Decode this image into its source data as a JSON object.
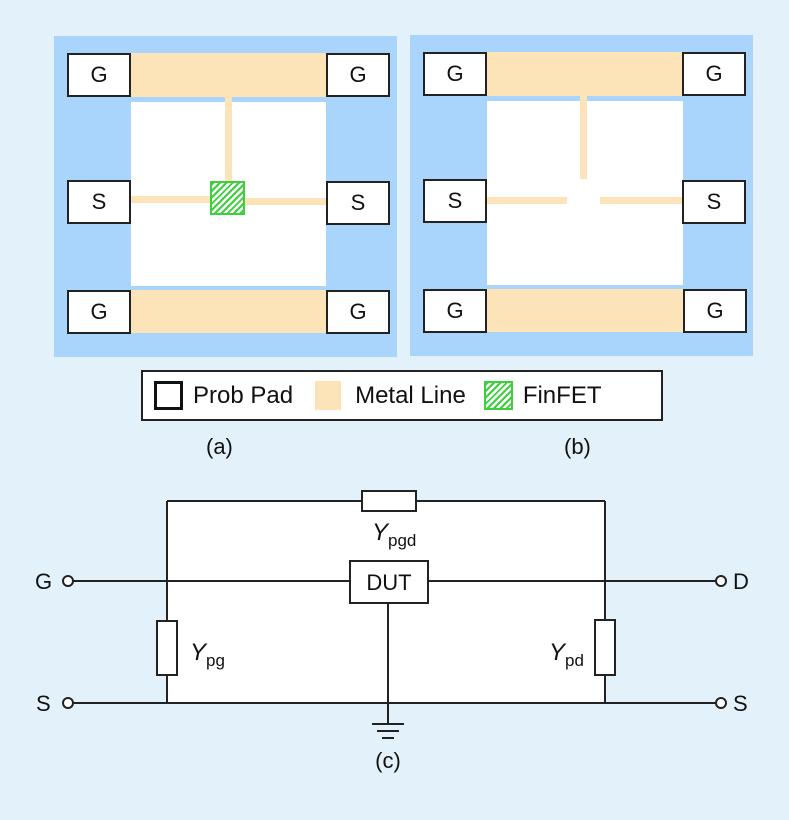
{
  "panels": [
    {
      "id": "a",
      "caption": "(a)",
      "pads": {
        "top_left": "G",
        "top_right": "G",
        "mid_left": "S",
        "mid_right": "S",
        "bottom_left": "G",
        "bottom_right": "G"
      },
      "has_finfet": true
    },
    {
      "id": "b",
      "caption": "(b)",
      "pads": {
        "top_left": "G",
        "top_right": "G",
        "mid_left": "S",
        "mid_right": "S",
        "bottom_left": "G",
        "bottom_right": "G"
      },
      "has_finfet": false
    }
  ],
  "legend": {
    "items": [
      {
        "icon": "probe-pad-icon",
        "label": "Prob Pad"
      },
      {
        "icon": "metal-line-icon",
        "label": "Metal Line"
      },
      {
        "icon": "finfet-icon",
        "label": "FinFET"
      }
    ]
  },
  "circuit": {
    "caption": "(c)",
    "dut_label": "DUT",
    "terminals": {
      "gate": "G",
      "drain": "D",
      "source_left": "S",
      "source_right": "S"
    },
    "admittances": {
      "pgd": {
        "symbol": "Y",
        "sub": "pgd"
      },
      "pg": {
        "symbol": "Y",
        "sub": "pg"
      },
      "pd": {
        "symbol": "Y",
        "sub": "pd"
      }
    }
  },
  "colors": {
    "page_bg": "#e3f2fa",
    "substrate": "#a9d4fb",
    "metal_line": "#fde3b8",
    "finfet": "#3cd13c",
    "pad_border": "#222222"
  }
}
